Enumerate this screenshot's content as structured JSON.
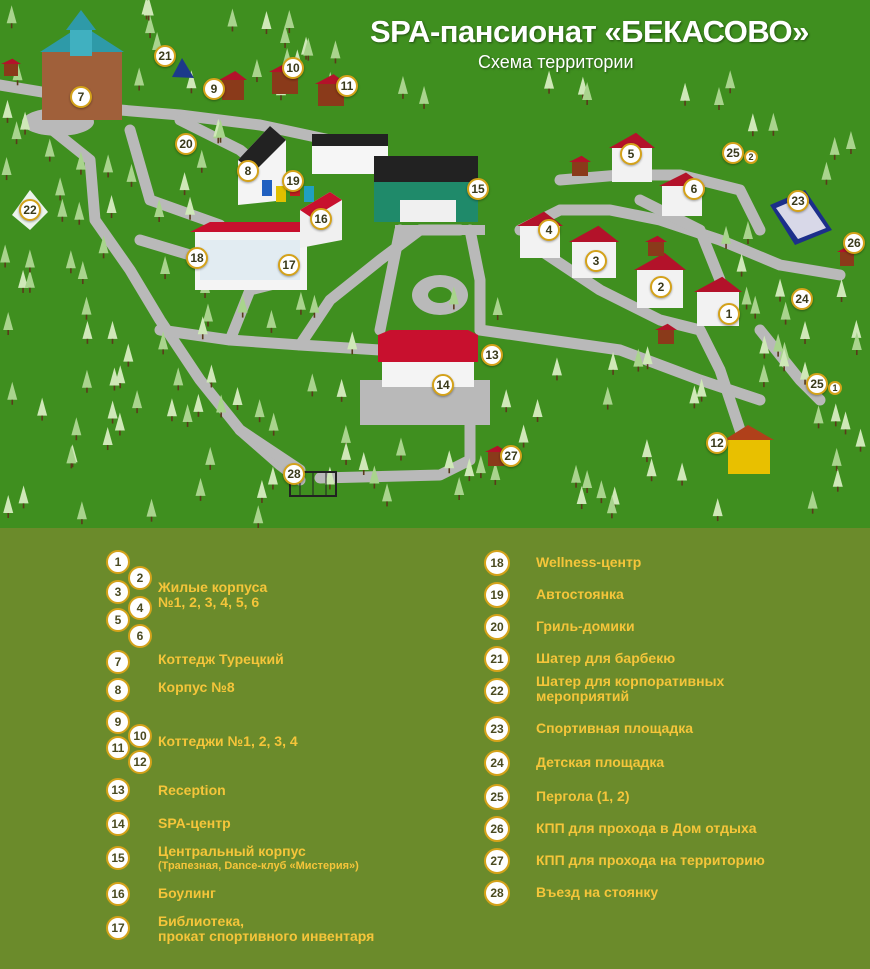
{
  "header": {
    "title": "SPA-пансионат «БЕКАСОВО»",
    "subtitle": "Схема территории"
  },
  "colors": {
    "grass": "#3f8f1f",
    "road": "#b9b9b9",
    "legend_bg": "#6b8b2b",
    "legend_text": "#f5c53a",
    "marker_border": "#d4a21a"
  },
  "map_markers": [
    {
      "id": "1",
      "label": "1"
    },
    {
      "id": "2",
      "label": "2"
    },
    {
      "id": "3",
      "label": "3"
    },
    {
      "id": "4",
      "label": "4"
    },
    {
      "id": "5",
      "label": "5"
    },
    {
      "id": "6",
      "label": "6"
    },
    {
      "id": "7",
      "label": "7"
    },
    {
      "id": "8",
      "label": "8"
    },
    {
      "id": "9",
      "label": "9"
    },
    {
      "id": "10",
      "label": "10"
    },
    {
      "id": "11",
      "label": "11"
    },
    {
      "id": "12",
      "label": "12"
    },
    {
      "id": "13",
      "label": "13"
    },
    {
      "id": "14",
      "label": "14"
    },
    {
      "id": "15",
      "label": "15"
    },
    {
      "id": "16",
      "label": "16"
    },
    {
      "id": "17",
      "label": "17"
    },
    {
      "id": "18",
      "label": "18"
    },
    {
      "id": "19",
      "label": "19"
    },
    {
      "id": "20",
      "label": "20"
    },
    {
      "id": "21",
      "label": "21"
    },
    {
      "id": "22",
      "label": "22"
    },
    {
      "id": "23",
      "label": "23"
    },
    {
      "id": "24",
      "label": "24"
    },
    {
      "id": "25a",
      "label": "25",
      "sub": "1"
    },
    {
      "id": "25b",
      "label": "25",
      "sub": "2"
    },
    {
      "id": "26",
      "label": "26"
    },
    {
      "id": "27",
      "label": "27"
    },
    {
      "id": "28",
      "label": "28"
    }
  ],
  "legend": {
    "left": [
      {
        "nums": [
          "1",
          "2",
          "3",
          "4",
          "5",
          "6"
        ],
        "text": "Жилые корпуса",
        "text2": "№1, 2, 3, 4, 5, 6"
      },
      {
        "nums": [
          "7"
        ],
        "text": "Коттедж Турецкий"
      },
      {
        "nums": [
          "8"
        ],
        "text": "Корпус №8"
      },
      {
        "nums": [
          "9",
          "10",
          "11",
          "12"
        ],
        "text": "Коттеджи №1, 2, 3, 4"
      },
      {
        "nums": [
          "13"
        ],
        "text": "Reception"
      },
      {
        "nums": [
          "14"
        ],
        "text": "SPA-центр"
      },
      {
        "nums": [
          "15"
        ],
        "text": "Центральный корпус",
        "sub": "(Трапезная, Dance-клуб «Мистерия»)"
      },
      {
        "nums": [
          "16"
        ],
        "text": "Боулинг"
      },
      {
        "nums": [
          "17"
        ],
        "text": "Библиотека,",
        "text2": "прокат спортивного инвентаря"
      }
    ],
    "right": [
      {
        "num": "18",
        "text": "Wellness-центр"
      },
      {
        "num": "19",
        "text": "Автостоянка"
      },
      {
        "num": "20",
        "text": "Гриль-домики"
      },
      {
        "num": "21",
        "text": "Шатер для барбекю"
      },
      {
        "num": "22",
        "text": "Шатер для корпоративных",
        "text2": "мероприятий"
      },
      {
        "num": "23",
        "text": "Спортивная площадка"
      },
      {
        "num": "24",
        "text": "Детская площадка"
      },
      {
        "num": "25",
        "text": "Пергола (1, 2)"
      },
      {
        "num": "26",
        "text": "КПП для прохода в Дом отдыха"
      },
      {
        "num": "27",
        "text": "КПП для прохода на территорию"
      },
      {
        "num": "28",
        "text": "Въезд на стоянку"
      }
    ]
  }
}
